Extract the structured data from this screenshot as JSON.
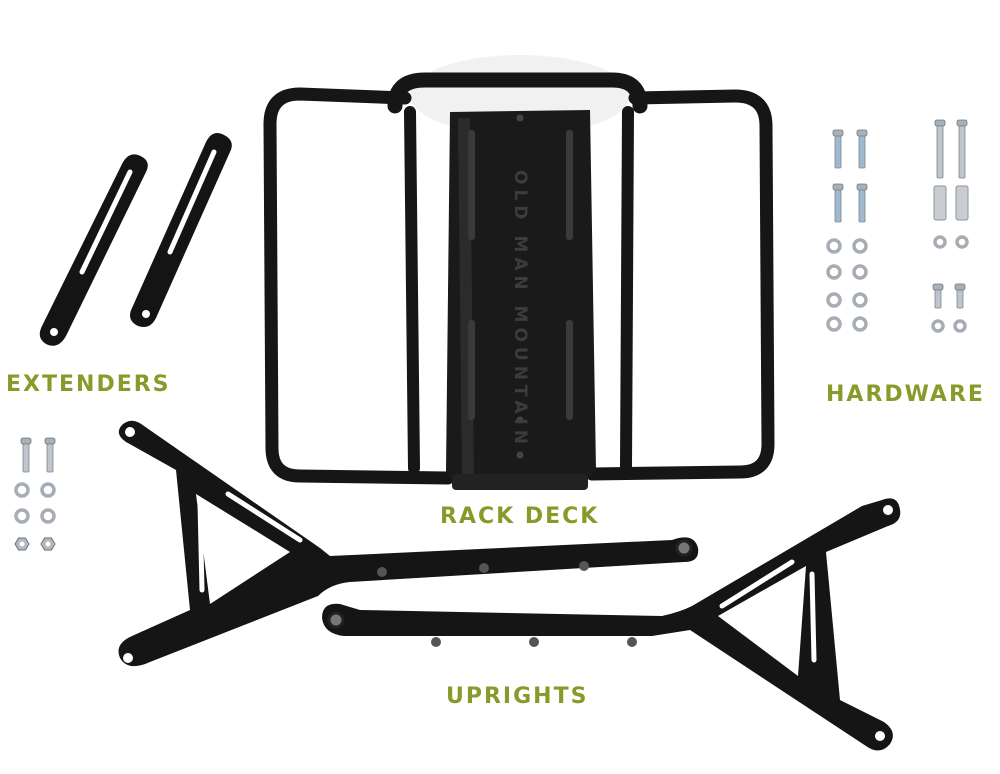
{
  "labels": {
    "extenders": "EXTENDERS",
    "hardware": "HARDWARE",
    "rack_deck": "RACK DECK",
    "uprights": "UPRIGHTS"
  },
  "deck_brand": "OLD MAN MOUNTAIN",
  "colors": {
    "label": "#8a9a2a",
    "metal": "#161616",
    "bolt": "#bfc5cc",
    "background": "#ffffff"
  }
}
